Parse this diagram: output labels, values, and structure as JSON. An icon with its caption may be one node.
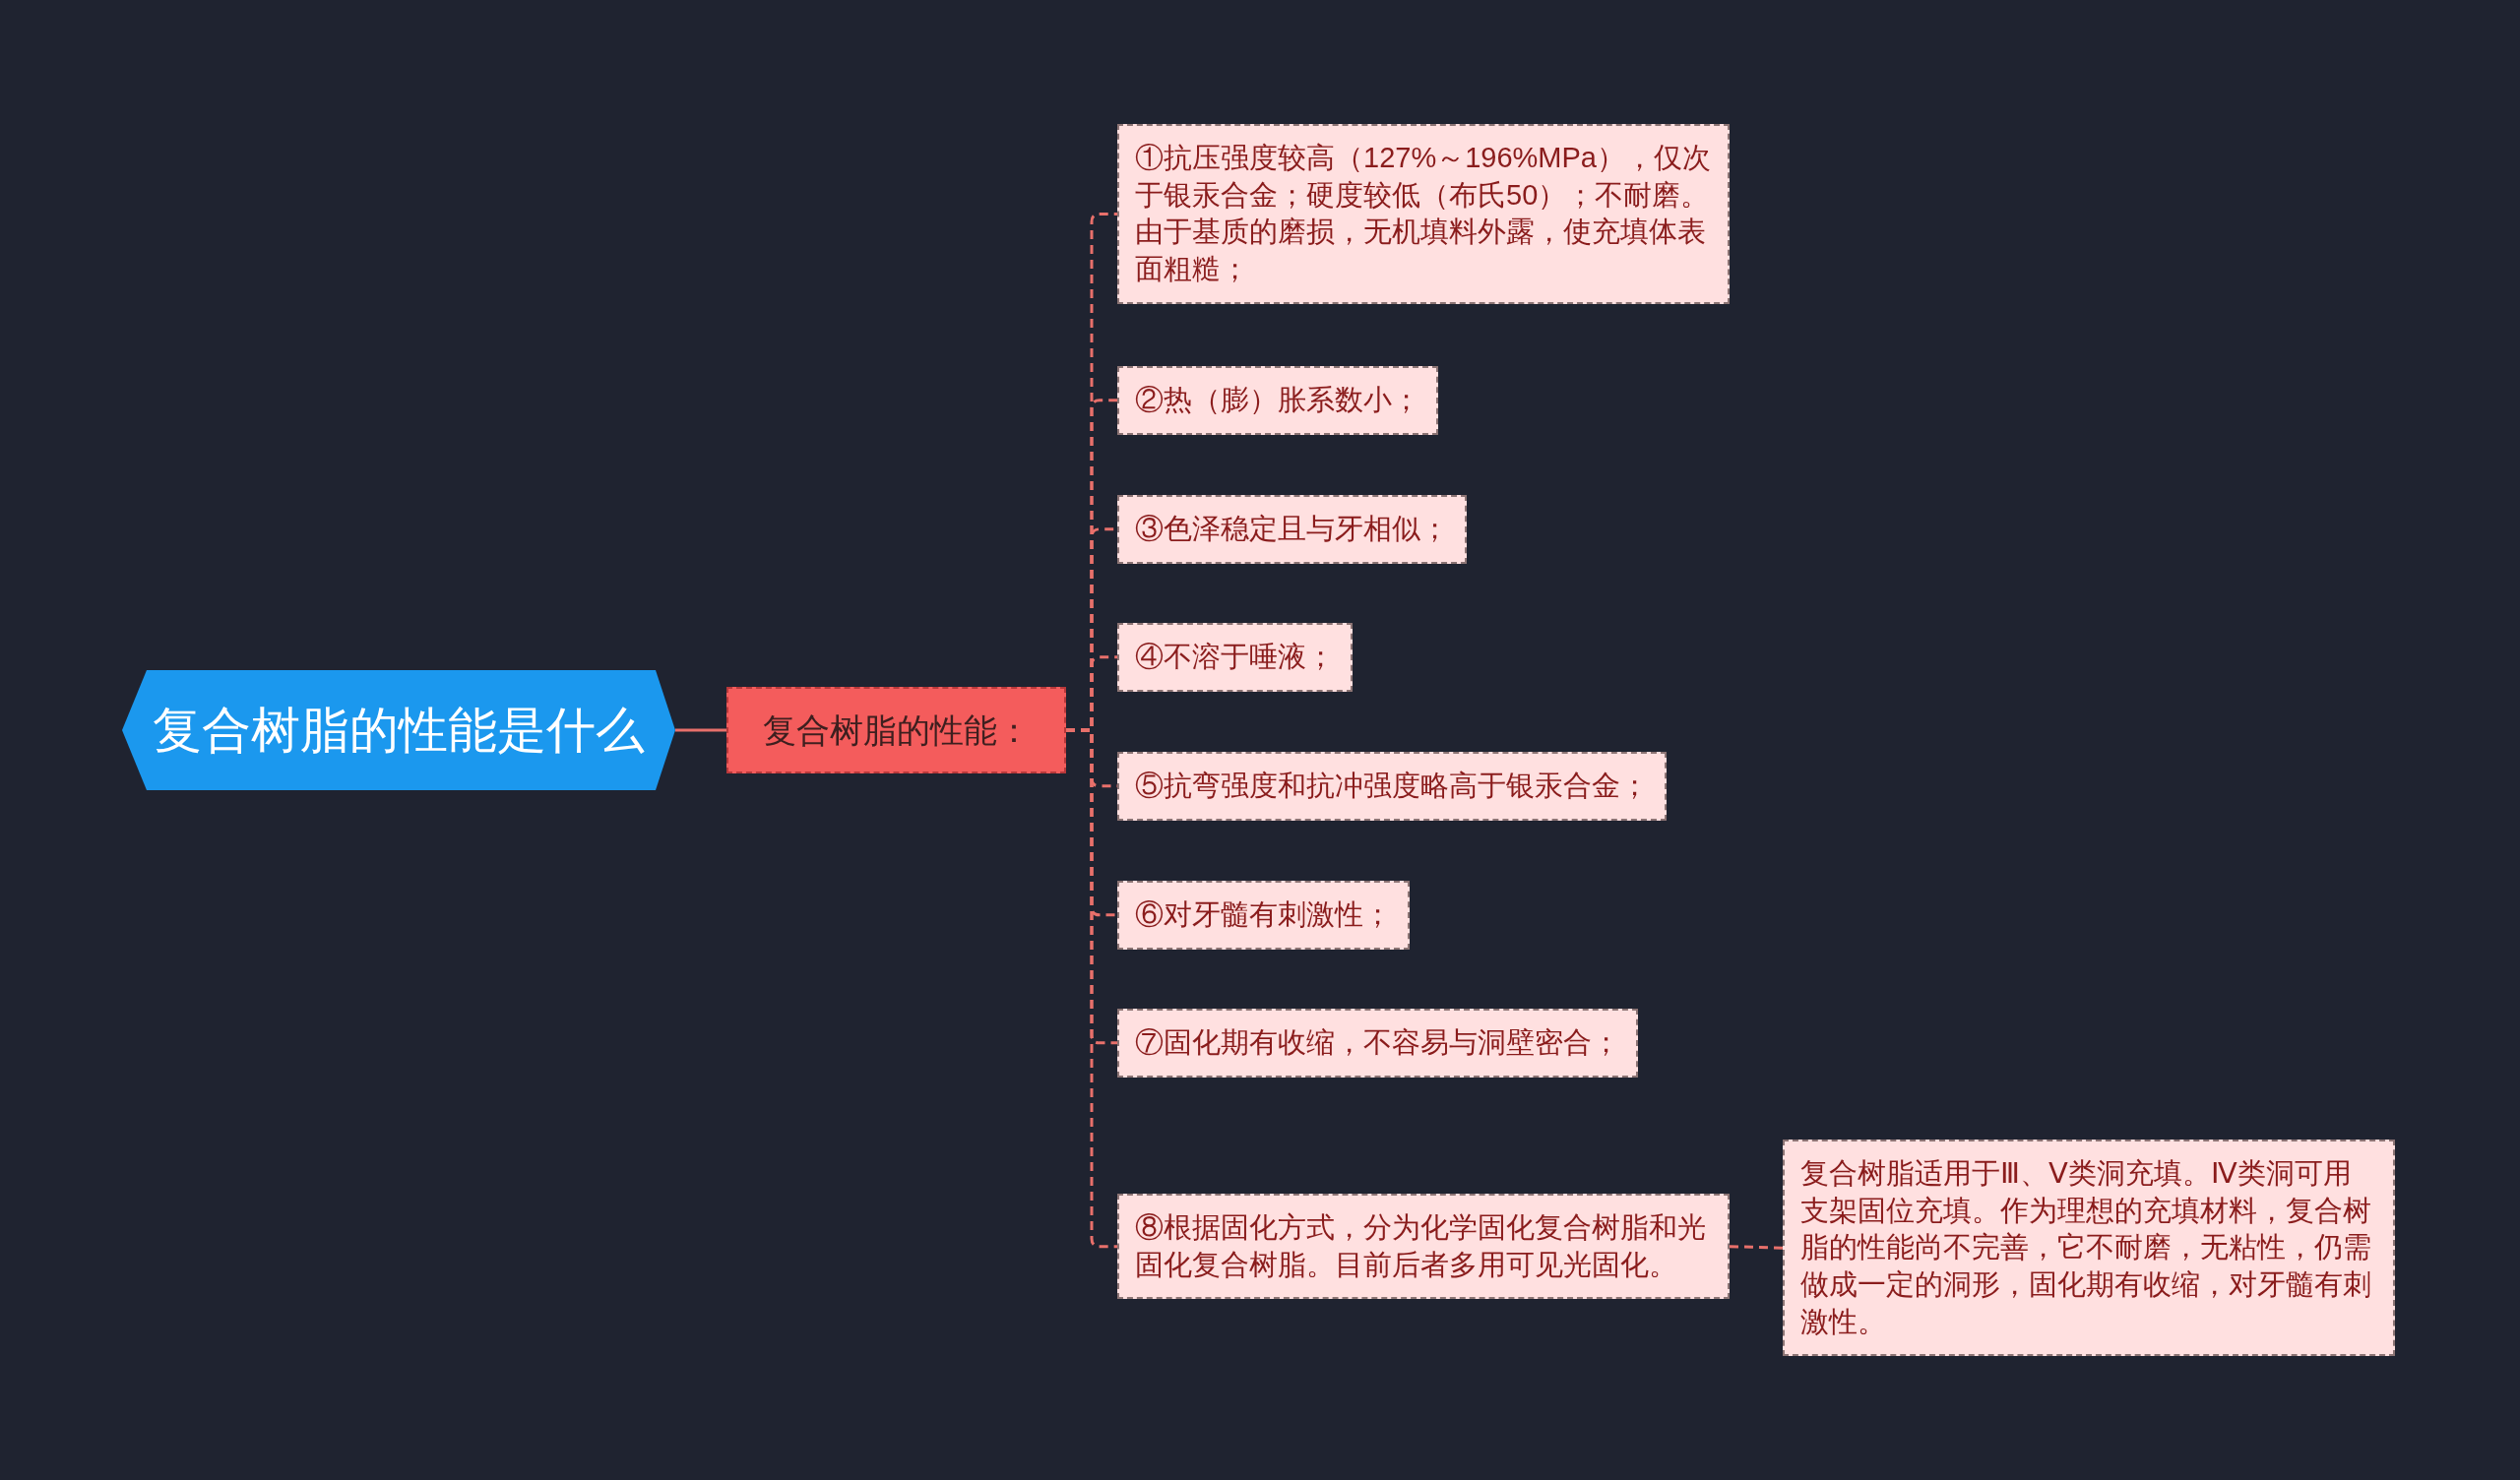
{
  "diagram": {
    "nodes": [
      {
        "text": [
          "复合树脂的性能是什么"
        ]
      },
      {
        "text": [
          "复合树脂的性能："
        ]
      },
      {
        "text": [
          "①抗压强度较高（127%～196%MPa），仅次于银汞合金；硬度较低（布氏50）；不耐磨。由于基质的磨损，无机填料外露，使充填体表面粗糙；"
        ]
      },
      {
        "text": [
          "②热（膨）胀系数小；"
        ]
      },
      {
        "text": [
          "③色泽稳定且与牙相似；"
        ]
      },
      {
        "text": [
          "④不溶于唾液；"
        ]
      },
      {
        "text": [
          "⑤抗弯强度和抗冲强度略高于银汞合金；"
        ]
      },
      {
        "text": [
          "⑥对牙髓有刺激性；"
        ]
      },
      {
        "text": [
          "⑦固化期有收缩，不容易与洞壁密合；"
        ]
      },
      {
        "text": [
          "⑧根据固化方式，分为化学固化复合树脂和光固化复合树脂。目前后者多用可见光固化。"
        ]
      },
      {
        "text": [
          "复合树脂适用于Ⅲ、Ⅴ类洞充填。Ⅳ类洞可用支架固位充填。作为理想的充填材料，复合树脂的性能尚不完善，它不耐磨，无粘性，仍需做成一定的洞形，固化期有收缩，对牙髓有刺激性。"
        ]
      }
    ],
    "edges": [
      {
        "from": 0,
        "to": 1,
        "arrow": "none"
      },
      {
        "from": 1,
        "to": 2,
        "arrow": "none",
        "style": "dashed"
      },
      {
        "from": 1,
        "to": 3,
        "arrow": "none",
        "style": "dashed"
      },
      {
        "from": 1,
        "to": 4,
        "arrow": "none",
        "style": "dashed"
      },
      {
        "from": 1,
        "to": 5,
        "arrow": "none",
        "style": "dashed"
      },
      {
        "from": 1,
        "to": 6,
        "arrow": "none",
        "style": "dashed"
      },
      {
        "from": 1,
        "to": 7,
        "arrow": "none",
        "style": "dashed"
      },
      {
        "from": 1,
        "to": 8,
        "arrow": "none",
        "style": "dashed"
      },
      {
        "from": 1,
        "to": 9,
        "arrow": "none",
        "style": "dashed"
      },
      {
        "from": 9,
        "to": 10,
        "arrow": "none",
        "style": "dashed"
      }
    ]
  }
}
